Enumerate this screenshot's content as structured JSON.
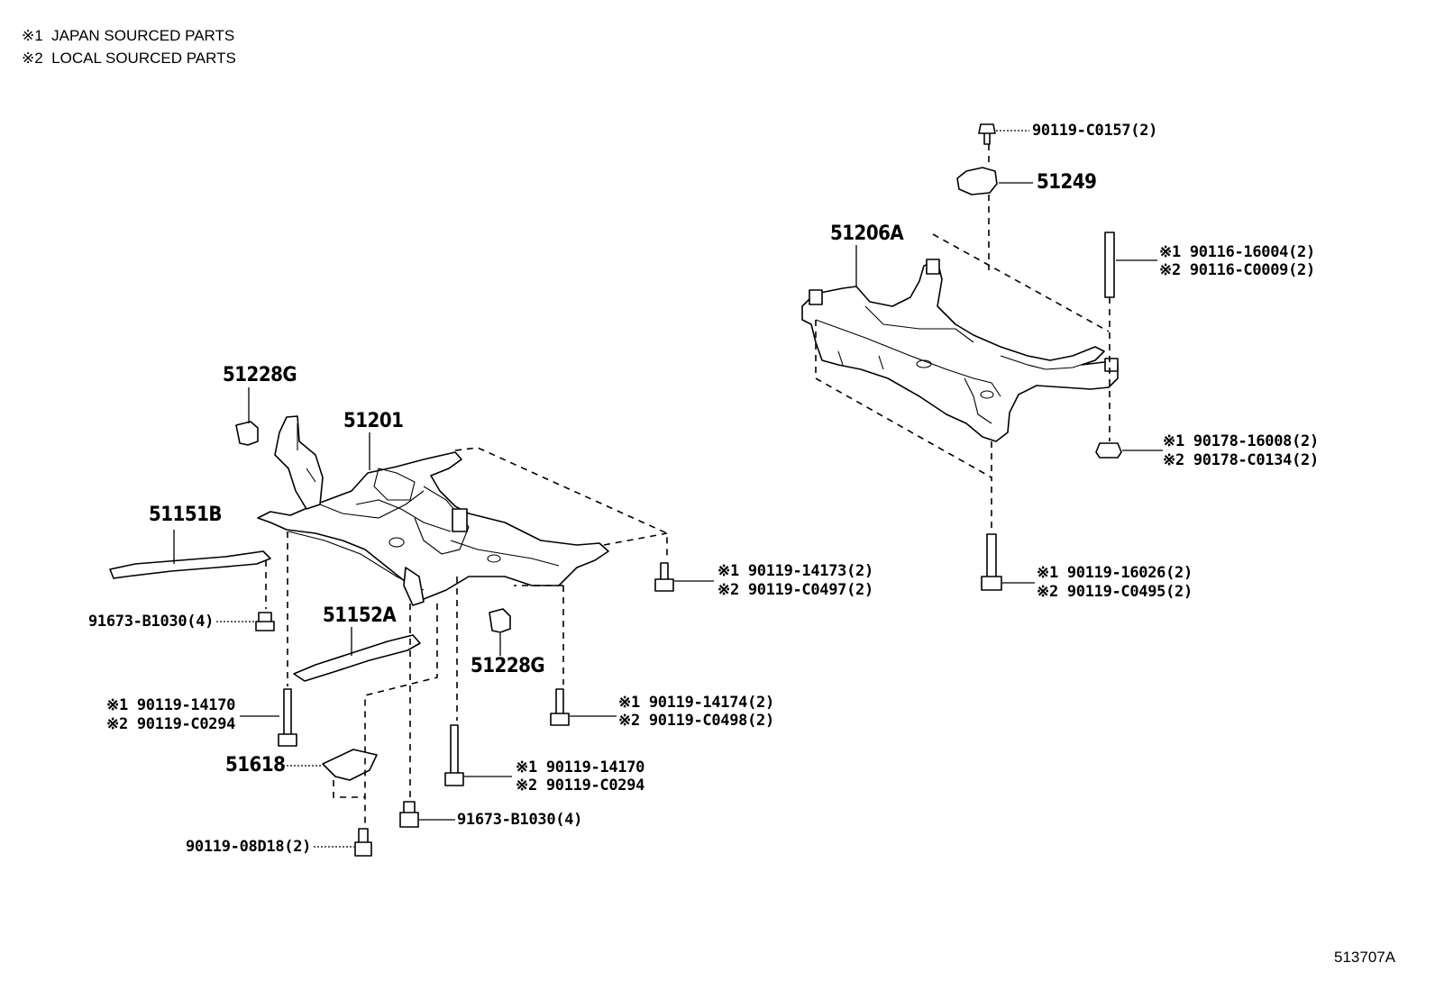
{
  "notes": [
    {
      "mark": "※1",
      "text": "JAPAN SOURCED PARTS"
    },
    {
      "mark": "※2",
      "text": "LOCAL SOURCED PARTS"
    }
  ],
  "labels": {
    "p51228g_top": "51228G",
    "p51201": "51201",
    "p51151b": "51151B",
    "p91673_left": "91673-B1030(4)",
    "p51152a": "51152A",
    "p51228g_bottom": "51228G",
    "bolt_14170_left_1": "90119-14170",
    "bolt_14170_left_2": "90119-C0294",
    "p51618": "51618",
    "p90119_08d18": "90119-08D18(2)",
    "bolt_14170_mid_1": "90119-14170",
    "bolt_14170_mid_2": "90119-C0294",
    "p91673_bottom": "91673-B1030(4)",
    "bolt_14174_1": "90119-14174(2)",
    "bolt_14174_2": "90119-C0498(2)",
    "bolt_14173_1": "90119-14173(2)",
    "bolt_14173_2": "90119-C0497(2)",
    "p90119_c0157": "90119-C0157(2)",
    "p51249": "51249",
    "p51206a": "51206A",
    "stud_16004_1": "90116-16004(2)",
    "stud_16004_2": "90116-C0009(2)",
    "nut_16008_1": "90178-16008(2)",
    "nut_16008_2": "90178-C0134(2)",
    "bolt_16026_1": "90119-16026(2)",
    "bolt_16026_2": "90119-C0495(2)",
    "mark1": "※1",
    "mark2": "※2"
  },
  "diagram_code": "513707A"
}
